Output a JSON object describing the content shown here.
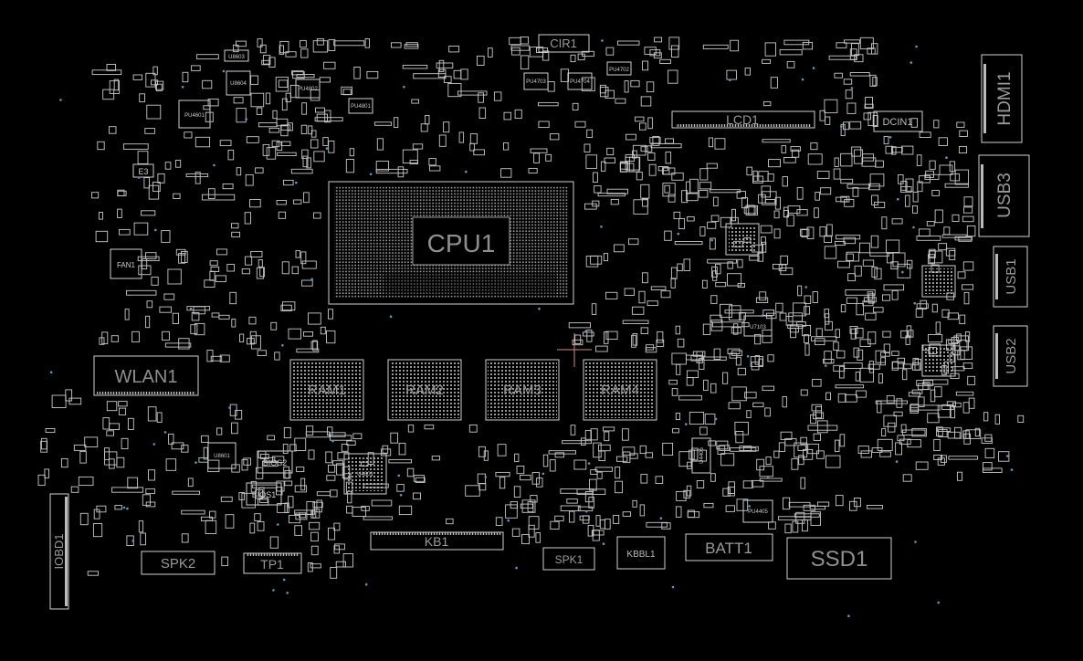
{
  "board": {
    "background": "#000000",
    "outline_color": "#cfcfcf",
    "label_color": "#8a8a8a",
    "cursor_color": "#d08a7a"
  },
  "labels": {
    "cpu": "CPU1",
    "ram1": "RAM1",
    "ram2": "RAM2",
    "ram3": "RAM3",
    "ram4": "RAM4",
    "wlan": "WLAN1",
    "hdmi": "HDMI1",
    "usb3": "USB3",
    "usb1": "USB1",
    "usb2": "USB2",
    "lcd": "LCD1",
    "dcin": "DCIN1",
    "cir": "CIR1",
    "kb": "KB1",
    "spk1": "SPK1",
    "spk2": "SPK2",
    "tp": "TP1",
    "kbbl": "KBBL1",
    "batt": "BATT1",
    "ssd": "SSD1",
    "iobd": "IOBD1",
    "fan": "FAN1",
    "bios1": "BIOS1",
    "bios2": "BIOS2",
    "e3": "E3",
    "u7103": "U7103"
  },
  "small_parts": [
    "U8603",
    "PU4801",
    "PU4802",
    "PU4703",
    "PU4704",
    "PU4702",
    "PU4601",
    "U8601",
    "U4801",
    "PU4405",
    "U4405",
    "U8604"
  ]
}
